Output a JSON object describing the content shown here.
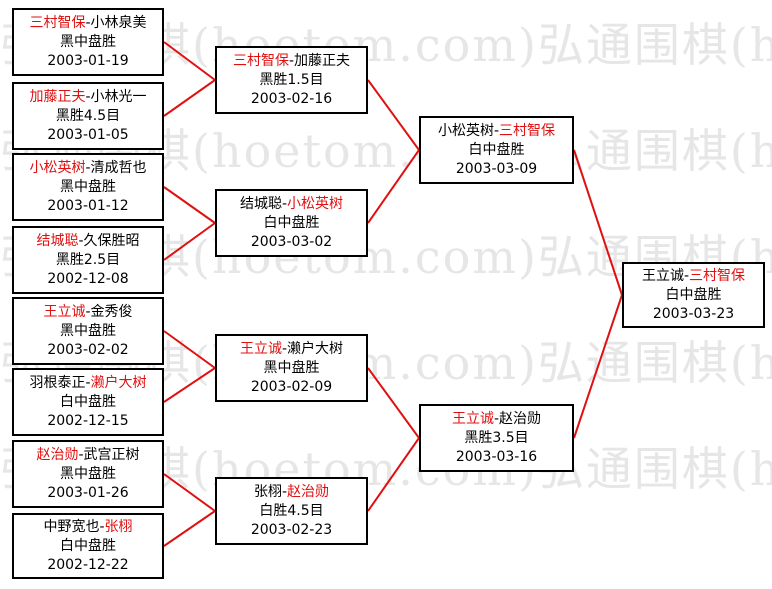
{
  "watermark_text": "弘通围棋(hoetom.com)弘通围棋(hoetom.com)",
  "colors": {
    "winner": "#e01010",
    "line": "#e01010",
    "border": "#000000",
    "watermark": "#e6e6e6"
  },
  "games": [
    {
      "id": "r1-1",
      "black": "三村智保",
      "white": "小林泉美",
      "winner": "black",
      "result": "黑中盘胜",
      "date": "2003-01-19"
    },
    {
      "id": "r1-2",
      "black": "加藤正夫",
      "white": "小林光一",
      "winner": "black",
      "result": "黑胜4.5目",
      "date": "2003-01-05"
    },
    {
      "id": "r1-3",
      "black": "小松英树",
      "white": "清成哲也",
      "winner": "black",
      "result": "黑中盘胜",
      "date": "2003-01-12"
    },
    {
      "id": "r1-4",
      "black": "结城聪",
      "white": "久保胜昭",
      "winner": "black",
      "result": "黑胜2.5目",
      "date": "2002-12-08"
    },
    {
      "id": "r1-5",
      "black": "王立诚",
      "white": "金秀俊",
      "winner": "black",
      "result": "黑中盘胜",
      "date": "2003-02-02"
    },
    {
      "id": "r1-6",
      "black": "羽根泰正",
      "white": "濑户大树",
      "winner": "white",
      "result": "白中盘胜",
      "date": "2002-12-15"
    },
    {
      "id": "r1-7",
      "black": "赵治勋",
      "white": "武宫正树",
      "winner": "black",
      "result": "黑中盘胜",
      "date": "2003-01-26"
    },
    {
      "id": "r1-8",
      "black": "中野宽也",
      "white": "张栩",
      "winner": "white",
      "result": "白中盘胜",
      "date": "2002-12-22"
    },
    {
      "id": "r2-1",
      "black": "三村智保",
      "white": "加藤正夫",
      "winner": "black",
      "result": "黑胜1.5目",
      "date": "2003-02-16"
    },
    {
      "id": "r2-2",
      "black": "结城聪",
      "white": "小松英树",
      "winner": "white",
      "result": "白中盘胜",
      "date": "2003-03-02"
    },
    {
      "id": "r2-3",
      "black": "王立诚",
      "white": "濑户大树",
      "winner": "black",
      "result": "黑中盘胜",
      "date": "2003-02-09"
    },
    {
      "id": "r2-4",
      "black": "张栩",
      "white": "赵治勋",
      "winner": "white",
      "result": "白胜4.5目",
      "date": "2003-02-23"
    },
    {
      "id": "r3-1",
      "black": "小松英树",
      "white": "三村智保",
      "winner": "white",
      "result": "白中盘胜",
      "date": "2003-03-09"
    },
    {
      "id": "r3-2",
      "black": "王立诚",
      "white": "赵治勋",
      "winner": "black",
      "result": "黑胜3.5目",
      "date": "2003-03-16"
    },
    {
      "id": "r4-1",
      "black": "王立诚",
      "white": "三村智保",
      "winner": "white",
      "result": "白中盘胜",
      "date": "2003-03-23"
    }
  ]
}
